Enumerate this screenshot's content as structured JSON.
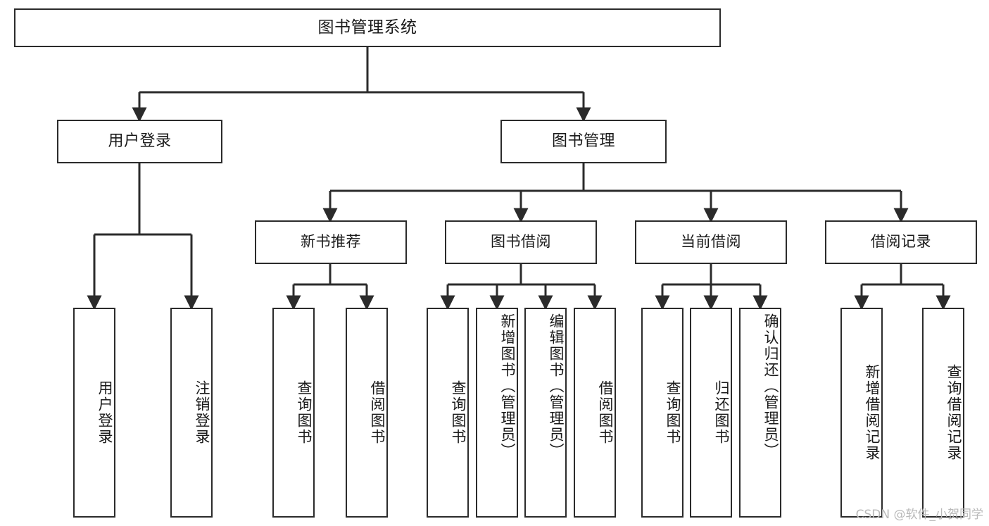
{
  "diagram": {
    "type": "tree-hierarchy-chart",
    "title": "图书管理系统",
    "watermark": "CSDN @软件_小贺同学",
    "colors": {
      "stroke": "#2b2b2b",
      "fill": "#ffffff",
      "text": "#1a1a1a",
      "watermark": "#b9b9b9"
    },
    "nodes": {
      "root": {
        "label": "图书管理系统"
      },
      "level2": [
        {
          "id": "user-login",
          "label": "用户登录"
        },
        {
          "id": "book-manage",
          "label": "图书管理"
        }
      ],
      "level3": [
        {
          "id": "new-book-recommend",
          "label": "新书推荐"
        },
        {
          "id": "book-borrow",
          "label": "图书借阅"
        },
        {
          "id": "current-borrow",
          "label": "当前借阅"
        },
        {
          "id": "borrow-record",
          "label": "借阅记录"
        }
      ],
      "leaves": {
        "user_login": [
          {
            "id": "leaf-user-login",
            "label": "用户登录"
          },
          {
            "id": "leaf-logout-login",
            "label": "注销登录"
          }
        ],
        "new_book_recommend": [
          {
            "id": "leaf-query-book-1",
            "label": "查询图书"
          },
          {
            "id": "leaf-borrow-book-1",
            "label": "借阅图书"
          }
        ],
        "book_borrow": [
          {
            "id": "leaf-query-book-2",
            "label": "查询图书"
          },
          {
            "id": "leaf-add-book-admin",
            "label": "新增图书（管理员）"
          },
          {
            "id": "leaf-edit-book-admin",
            "label": "编辑图书（管理员）"
          },
          {
            "id": "leaf-borrow-book-2",
            "label": "借阅图书"
          }
        ],
        "current_borrow": [
          {
            "id": "leaf-query-book-3",
            "label": "查询图书"
          },
          {
            "id": "leaf-return-book",
            "label": "归还图书"
          },
          {
            "id": "leaf-confirm-return-admin",
            "label": "确认归还（管理员）"
          }
        ],
        "borrow_record": [
          {
            "id": "leaf-add-borrow-record",
            "label": "新增借阅记录"
          },
          {
            "id": "leaf-query-borrow-record",
            "label": "查询借阅记录"
          }
        ]
      }
    }
  }
}
